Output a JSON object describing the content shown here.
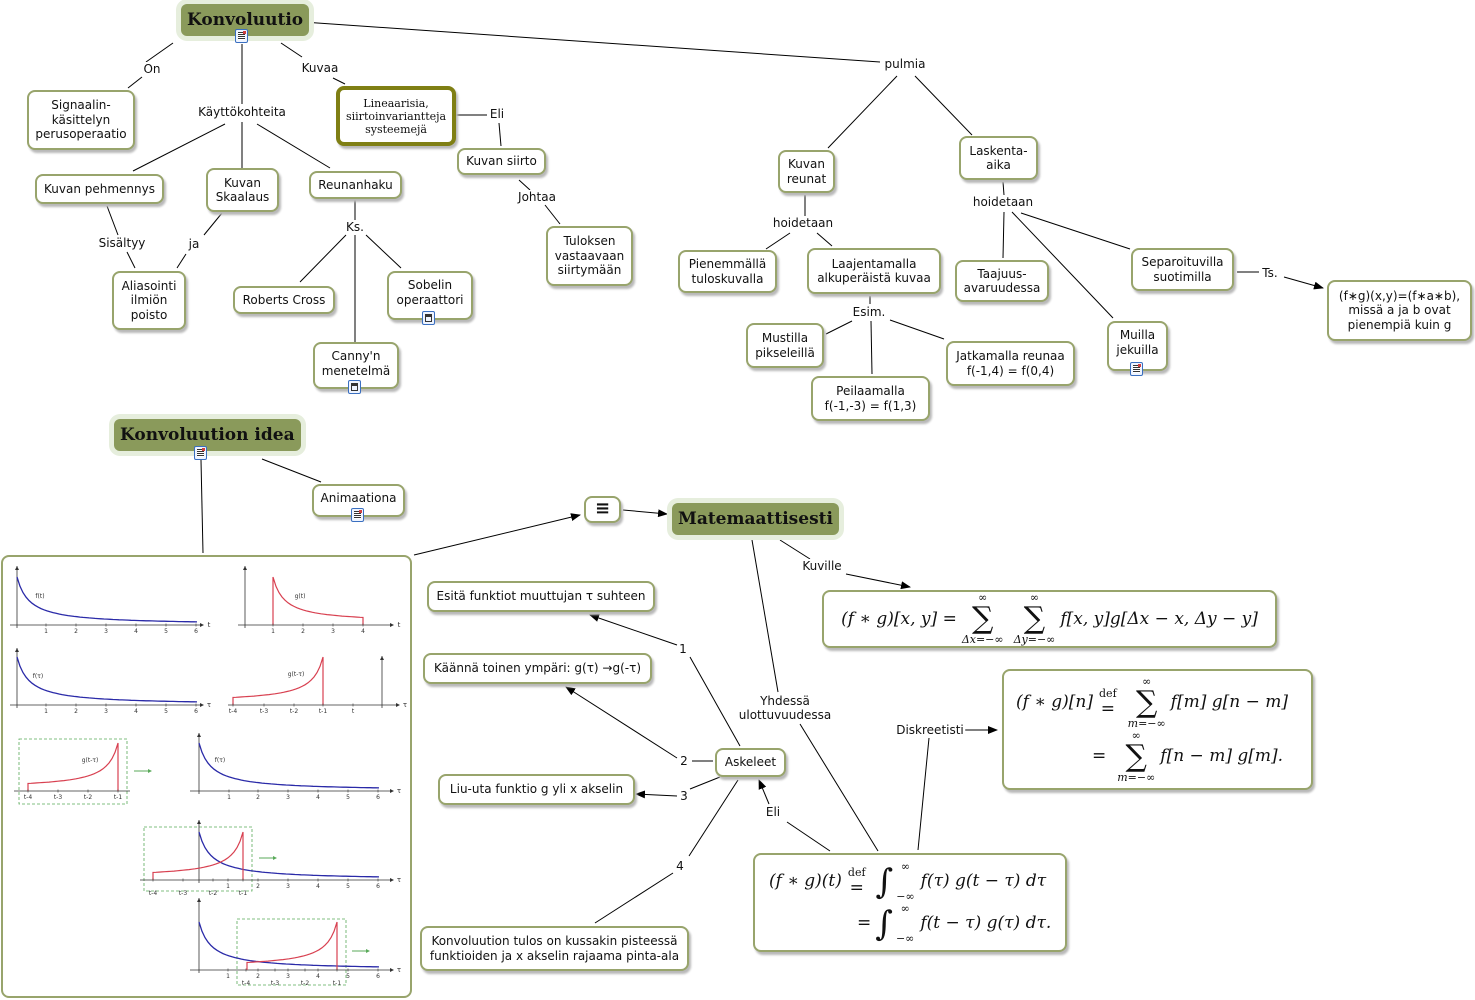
{
  "colors": {
    "node_border": "#98a46c",
    "root_fill": "#8a9a5b",
    "thick_border": "#7f7f14",
    "curve_f": "#2a2aa8",
    "curve_g": "#d84050",
    "frame": "#5aaa5a"
  },
  "roots": {
    "konvoluutio": "Konvoluutio",
    "idea": "Konvoluution idea",
    "matemaattisesti": "Matemaattisesti"
  },
  "nodes": {
    "signaalin": "Signaalin-\nkäsittelyn\nperusoperaatio",
    "lineaarisia": "Lineaarisia,\nsiirtoinvariantteja\nsysteemejä",
    "kuvan_siirto": "Kuvan siirto",
    "tuloksen": "Tuloksen\nvastaavaan\nsiirtymään",
    "pehmennys": "Kuvan pehmennys",
    "skaalaus": "Kuvan\nSkaalaus",
    "reunanhaku": "Reunanhaku",
    "aliasointi": "Aliasointi\nilmiön\npoisto",
    "roberts": "Roberts Cross",
    "sobelin": "Sobelin\noperaattori",
    "canny": "Canny'n\nmenetelmä",
    "kuvan_reunat": "Kuvan\nreunat",
    "laskenta": "Laskenta-\naika",
    "pienemmalla": "Pienemmällä\ntuloskuvalla",
    "laajentamalla": "Laajentamalla\nalkuperäistä kuvaa",
    "taajuus": "Taajuus-\navaruudessa",
    "separoituvilla": "Separoituvilla\nsuotimilla",
    "separable_formula": "(f∗g)(x,y)=(f∗a∗b),\nmissä a ja b ovat\npienempiä kuin g",
    "mustilla": "Mustilla\npikseleillä",
    "peilaamalla": "Peilaamalla\nf(-1,-3) = f(1,3)",
    "jatkamalla": "Jatkamalla reunaa\nf(-1,4) = f(0,4)",
    "muilla": "Muilla\njekuilla",
    "animaationa": "Animaationa",
    "menu": "≡",
    "esita": "Esitä funktiot muuttujan τ suhteen",
    "kaanna": "Käännä toinen ympäri: g(τ) →g(-τ)",
    "liu_uta": "Liu-uta funktio g yli x akselin",
    "tulos": "Konvoluution tulos on kussakin pisteessä\nfunktioiden ja x akselin rajaama pinta-ala",
    "askeleet": "Askeleet"
  },
  "links": {
    "on": "On",
    "kuvaa": "Kuvaa",
    "kayttokohteita": "Käyttökohteita",
    "pulmia": "pulmia",
    "eli1": "Eli",
    "johtaa": "Johtaa",
    "sisaltyy": "Sisältyy",
    "ja": "ja",
    "ks": "Ks.",
    "hoidetaan1": "hoidetaan",
    "hoidetaan2": "hoidetaan",
    "esim": "Esim.",
    "ts": "Ts.",
    "kuville": "Kuville",
    "yhdessa": "Yhdessä\nulottuvuudessa",
    "diskreetisti": "Diskreetisti",
    "eli2": "Eli",
    "step1": "1",
    "step2": "2",
    "step3": "3",
    "step4": "4"
  },
  "formulas": {
    "two_d": {
      "lhs": "(f ∗ g)[x, y] =",
      "sum_op": "∑",
      "sum1_top": "∞",
      "sum1_bottom": "Δx=−∞",
      "sum2_top": "∞",
      "sum2_bottom": "Δy=−∞",
      "rhs": "f[x, y]g[Δx − x, Δy − y]"
    },
    "discrete": {
      "lhs": "(f ∗ g)[n]",
      "def": "def",
      "eq": "=",
      "sum_op": "∑",
      "top": "∞",
      "bottom": "m=−∞",
      "rhs1": "f[m] g[n − m]",
      "rhs2": "f[n − m] g[m]."
    },
    "continuous": {
      "lhs": "(f ∗ g)(t)",
      "def": "def",
      "eq": "=",
      "int_op": "∫",
      "top": "∞",
      "bottom": "−∞",
      "rhs1": "f(τ) g(t − τ) dτ",
      "rhs2": "f(t − τ) g(τ) dτ."
    }
  },
  "animation": {
    "axis_var_t": "t",
    "axis_var_tau": "τ",
    "labels": {
      "f_t": "f(t)",
      "g_t": "g(t)",
      "f_tau": "f(τ)",
      "g_t_tau": "g(t-τ)"
    },
    "ticks_f": [
      "1",
      "2",
      "3",
      "4",
      "5",
      "6"
    ],
    "ticks_g": [
      "1",
      "2",
      "3",
      "4"
    ],
    "ticks_shift": [
      "t-4",
      "t-3",
      "t-2",
      "t-1",
      "t"
    ],
    "ticks_shift_short": [
      "t-4",
      "t-3",
      "t-2",
      "t-1"
    ],
    "ticks_overlap1": [
      "t-4",
      "t-3",
      "t-2",
      "1",
      "t-1",
      "2",
      "3",
      "4",
      "5",
      "6"
    ],
    "ticks_overlap2": [
      "1",
      "t-4",
      "2",
      "t-3",
      "3",
      "t-2",
      "4",
      "t-1",
      "5",
      "6"
    ]
  }
}
